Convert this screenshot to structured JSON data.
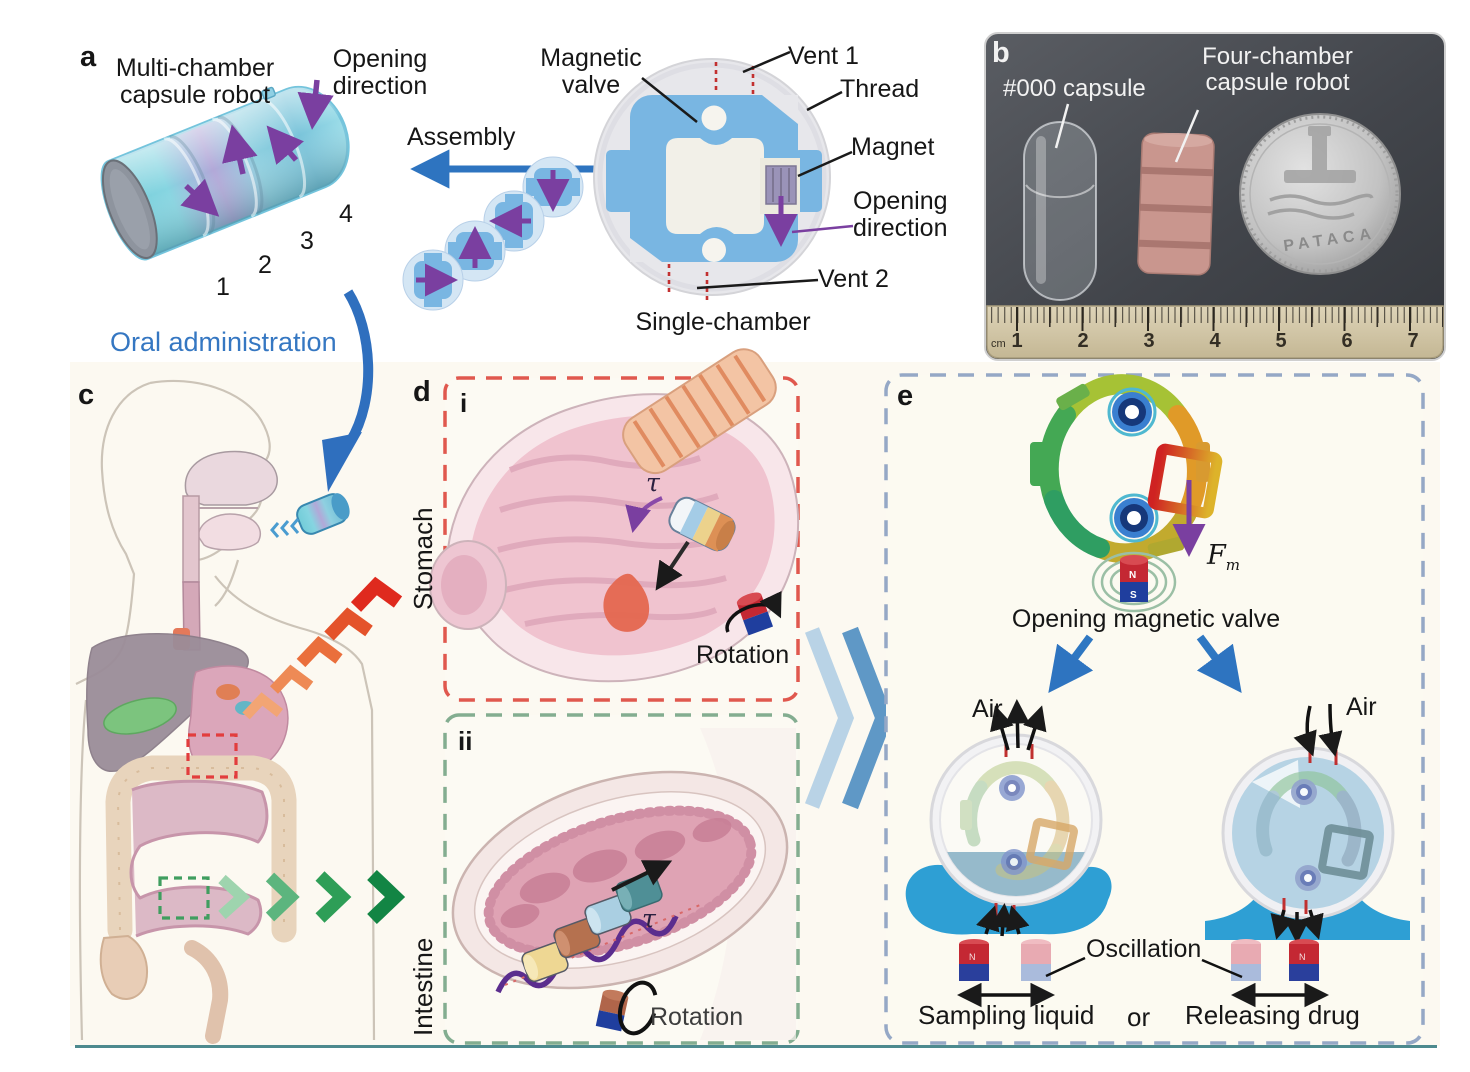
{
  "figure": {
    "panel_a": {
      "letter": "a",
      "robot_title": "Multi-chamber\ncapsule robot",
      "opening_direction": "Opening\ndirection",
      "assembly_label": "Assembly",
      "segment_numbers": [
        "1",
        "2",
        "3",
        "4"
      ],
      "single_chamber": {
        "magnetic_valve": "Magnetic\nvalve",
        "vent_1": "Vent 1",
        "thread": "Thread",
        "magnet": "Magnet",
        "opening_direction": "Opening\ndirection",
        "vent_2": "Vent 2",
        "caption": "Single-chamber"
      }
    },
    "panel_b": {
      "letter": "b",
      "capsule_label": "#000 capsule",
      "robot_label": "Four-chamber\ncapsule robot",
      "coin_text": "PATACA",
      "ruler": {
        "unit": "cm",
        "marks": [
          "1",
          "2",
          "3",
          "4",
          "5",
          "6",
          "7"
        ]
      }
    },
    "panel_c": {
      "letter": "c",
      "oral_administration": "Oral administration"
    },
    "panel_d": {
      "letter": "d",
      "sub_i": "i",
      "sub_ii": "ii",
      "stomach_label": "Stomach",
      "intestine_label": "Intestine",
      "tau_i": "τ",
      "tau_ii": "τ",
      "rotation_i": "Rotation",
      "rotation_ii": "Rotation"
    },
    "panel_e": {
      "letter": "e",
      "force_symbol": "F",
      "force_subscript": "m",
      "magnet_pole_n": "N",
      "magnet_pole_s": "S",
      "opening_magnetic_valve": "Opening magnetic valve",
      "air_left": "Air",
      "air_right": "Air",
      "oscillation": "Oscillation",
      "sampling_liquid": "Sampling liquid",
      "or_label": "or",
      "releasing_drug": "Releasing drug"
    }
  },
  "colors": {
    "oral_blue": "#3577c2",
    "accent_blue": "#2e74c0",
    "purple_arrow": "#7a3fa0",
    "chamber_blue": "#79b6e2",
    "box_red": "#e0584e",
    "box_green": "#83ad90",
    "box_blue_gray": "#95a8c6",
    "liquid_blue": "#2e9fd4",
    "teal_rule": "#4d8a8e"
  }
}
